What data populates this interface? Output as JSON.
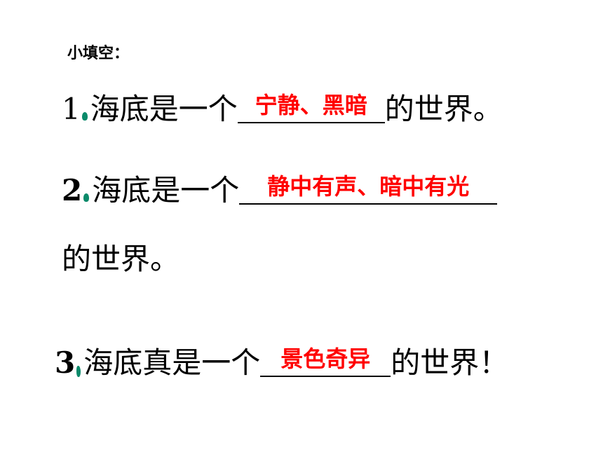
{
  "title": "小填空：",
  "colors": {
    "answer": "#ff0000",
    "marker": "#0a8a6a",
    "text": "#000000"
  },
  "items": [
    {
      "number": "1",
      "prefix": "海底是一个",
      "answer": "宁静、黑暗",
      "suffix": "的世界。"
    },
    {
      "number": "2",
      "prefix": "海底是一个",
      "answer": "静中有声、暗中有光",
      "suffix": "的世界。"
    },
    {
      "number": "3",
      "prefix": "海底真是一个",
      "answer": "景色奇异",
      "suffix": "的世界！"
    }
  ]
}
